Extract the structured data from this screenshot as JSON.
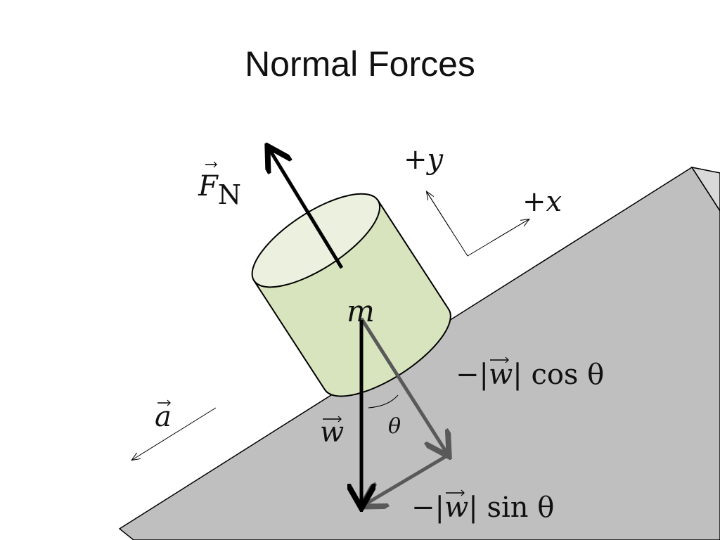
{
  "slide": {
    "title": "Normal Forces"
  },
  "labels": {
    "normal_force": "F",
    "normal_subscript": "N",
    "plus_y": "+y",
    "plus_x": "+x",
    "mass": "m",
    "acceleration": "a",
    "weight": "w",
    "angle": "θ",
    "w_cos_prefix": "−|",
    "w_cos_symbol": "w",
    "w_cos_suffix": "| cos θ",
    "w_sin_prefix": "−|",
    "w_sin_symbol": "w",
    "w_sin_suffix": "| sin θ"
  },
  "colors": {
    "ramp_fill": "#bfbfbf",
    "cylinder_fill": "#d7e4bd",
    "cylinder_top": "#ebf1de",
    "component_arrow": "#595959",
    "force_arrow": "#000000"
  }
}
